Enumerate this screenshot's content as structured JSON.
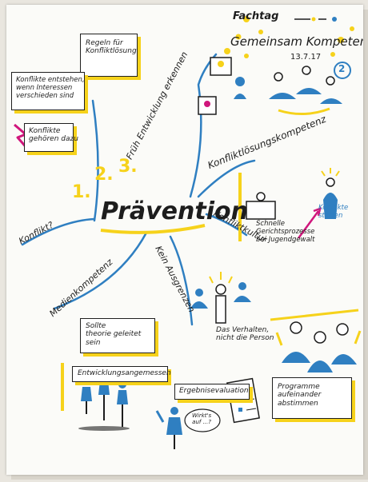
{
  "colors": {
    "paper": "#fbfbf8",
    "ink": "#1d1d1d",
    "yellow": "#f6d21b",
    "blue": "#2f7fc1",
    "magenta": "#d0167c"
  },
  "header": {
    "event": "Fachtag",
    "title": "Gemeinsam Kompetent?",
    "date": "13.7.17",
    "page_number": "2"
  },
  "center": {
    "title": "Prävention",
    "numbers": [
      "1.",
      "2.",
      "3."
    ]
  },
  "branches": {
    "konflikt": "Konflikt?",
    "frueh": "Früh Entwicklung erkennen",
    "konfliktloesung": "Konfliktlösungskompetenz",
    "konfliktkultur": "Konfliktkultur",
    "medienkompetenz": "Medienkompetenz",
    "kein_ausgrenzen": "Kein Ausgrenzen"
  },
  "notes": {
    "regeln": "Regeln für\nKonfliktlösung",
    "entstehen": "Konflikte entstehen,\nwenn Interessen\nverschieden sind",
    "gehoeren": "Konflikte\ngehören dazu",
    "schnelle": "Schnelle\nGerichtsprozesse\nbei Jugendgewalt",
    "konflikte_starten": "Konflikte\nstarten",
    "verhalten": "Das Verhalten,\nnicht die Person",
    "sollte": "Sollte\ntheorie geleitet\nsein",
    "entwicklung": "Entwicklungsangemessen",
    "ergebnis": "Ergebnisevaluation",
    "programme": "Programme\naufeinander\nabstimmen",
    "bubble": "Wirkt's\nauf ...?"
  }
}
